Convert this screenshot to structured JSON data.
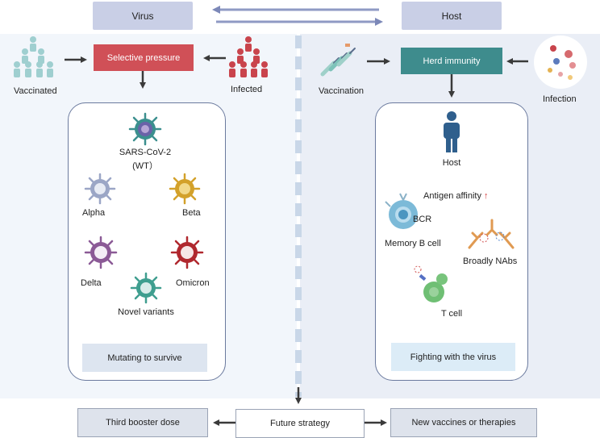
{
  "header": {
    "left": "Virus",
    "right": "Host"
  },
  "left": {
    "selective_pressure": "Selective pressure",
    "vaccinated": "Vaccinated",
    "infected": "Infected",
    "sars": "SARS-CoV-2",
    "wt": "(WT）",
    "alpha": "Alpha",
    "beta": "Beta",
    "delta": "Delta",
    "omicron": "Omicron",
    "novel": "Novel variants",
    "mutating": "Mutating to survive"
  },
  "right": {
    "herd_immunity": "Herd immunity",
    "vaccination": "Vaccination",
    "infection": "Infection",
    "host": "Host",
    "antigen_affinity": "Antigen affinity",
    "up_arrow": "↑",
    "bcr": "BCR",
    "memory_b": "Memory B cell",
    "broadly_nabs": "Broadly NAbs",
    "t_cell": "T cell",
    "fighting": "Fighting with the virus"
  },
  "bottom": {
    "future": "Future strategy",
    "third": "Third booster dose",
    "new_vaccines": "New vaccines or therapies"
  },
  "colors": {
    "selective": "#d05057",
    "herd": "#3e8c8d",
    "arrow": "#3a3a3a",
    "variant_arrow": "#8a96bf"
  },
  "icons": [
    "people-group-icon",
    "syringe-icon",
    "virus-icon",
    "person-icon",
    "antibody-icon",
    "cell-icon"
  ]
}
